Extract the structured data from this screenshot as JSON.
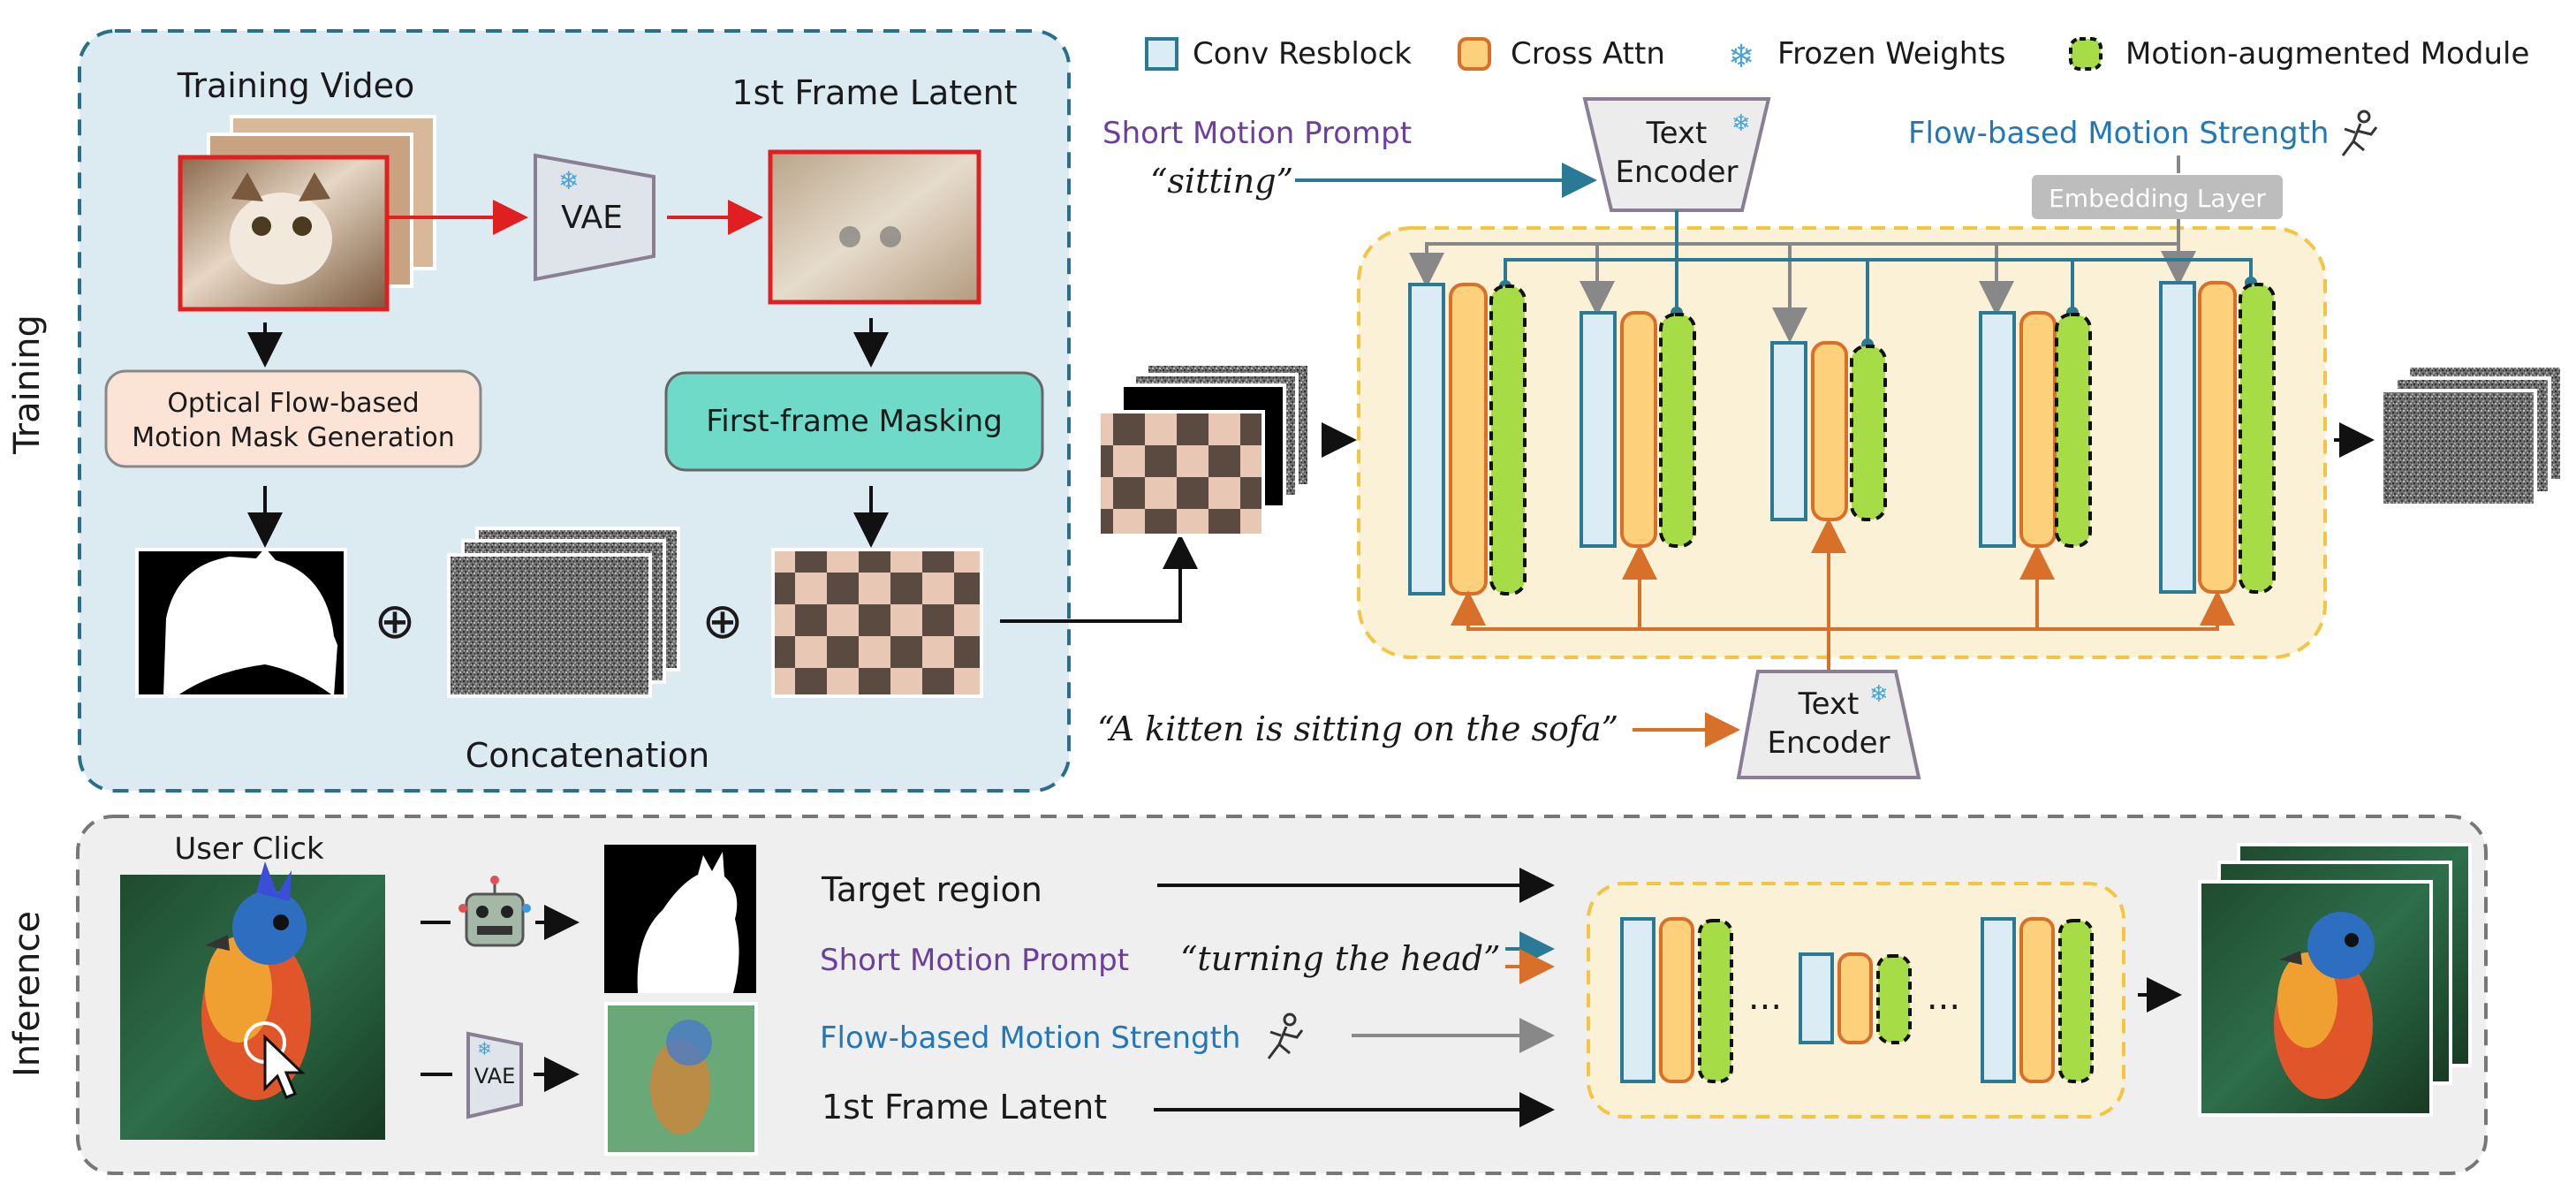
{
  "sections": {
    "training": "Training",
    "inference": "Inference"
  },
  "legend": {
    "conv": "Conv Resblock",
    "cross": "Cross Attn",
    "frozen": "Frozen Weights",
    "motion": "Motion-augmented Module"
  },
  "training": {
    "training_video": "Training Video",
    "first_frame_latent": "1st Frame Latent",
    "vae": "VAE",
    "flow_mask_line1": "Optical Flow-based",
    "flow_mask_line2": "Motion Mask Generation",
    "first_frame_masking": "First-frame Masking",
    "concatenation": "Concatenation",
    "plus": "⊕",
    "short_motion_prompt": "Short Motion Prompt",
    "short_prompt_text": "“sitting”",
    "text_encoder_line1": "Text",
    "text_encoder_line2": "Encoder",
    "flow_strength": "Flow-based Motion Strength",
    "embedding_layer": "Embedding Layer",
    "caption": "“A kitten is sitting on the sofa”"
  },
  "inference": {
    "user_click": "User Click",
    "vae": "VAE",
    "target_region": "Target region",
    "short_motion_prompt": "Short Motion Prompt",
    "short_prompt_text": "“turning the head”",
    "flow_strength": "Flow-based Motion Strength",
    "first_frame_latent": "1st Frame Latent",
    "ellipsis": "..."
  },
  "colors": {
    "conv_fill": "#dcecf5",
    "conv_stroke": "#2a7a96",
    "cross_fill": "#fdd07c",
    "cross_stroke": "#d9702a",
    "motion_fill": "#a6dc45",
    "purple": "#6b3fa0",
    "blue": "#2277b8",
    "teal": "#2a7a96",
    "orange": "#d9702a",
    "red": "#e02020"
  },
  "icons": [
    "snowflake-icon",
    "runner-icon",
    "robot-icon",
    "cursor-icon"
  ]
}
